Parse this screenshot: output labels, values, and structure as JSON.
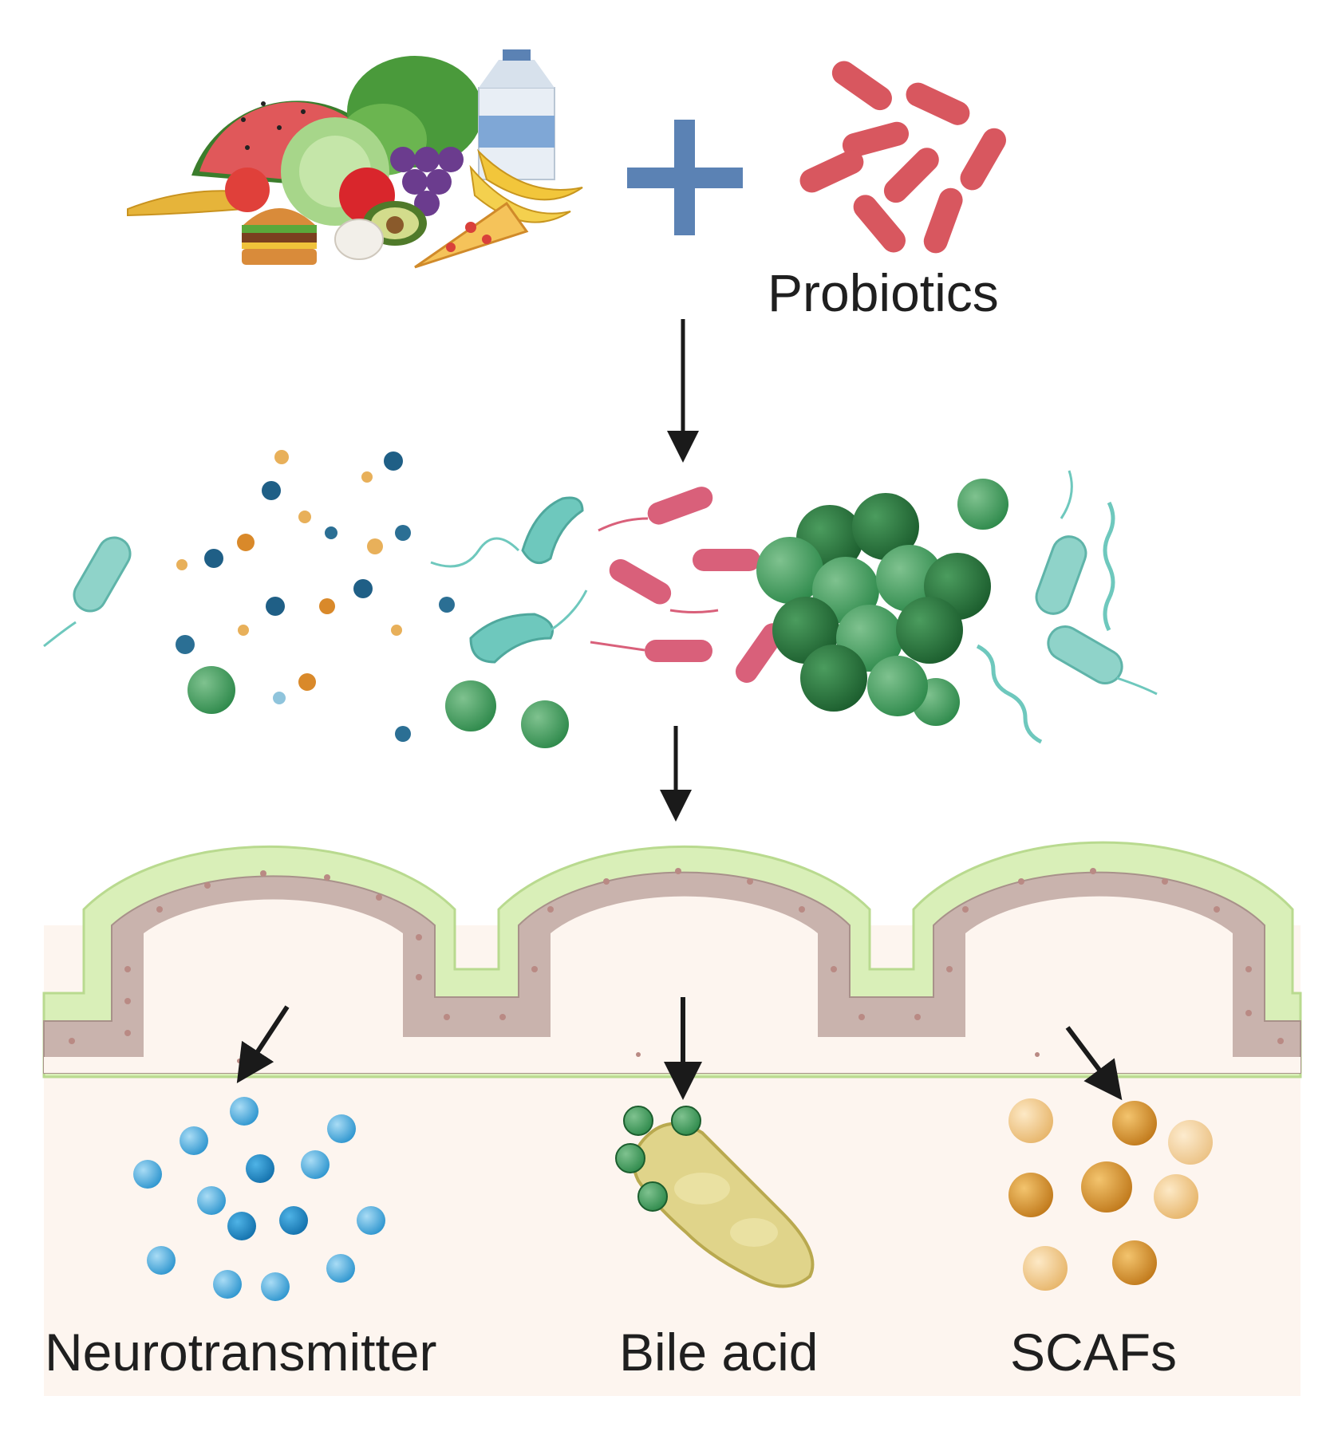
{
  "labels": {
    "probiotics": "Probiotics",
    "neurotransmitter": "Neurotransmitter",
    "bile_acid": "Bile acid",
    "scafs": "SCAFs"
  },
  "colors": {
    "plus": "#5b82b4",
    "probiotic_rod": "#d8575f",
    "pink_bacteria": "#d9607a",
    "teal_bacteria": "#6ec8bd",
    "green_cocci": "#3f9b5c",
    "dark_green_cocci": "#2a7a3e",
    "mucus_layer": "#d9efb8",
    "epithelium": "#c9b3ad",
    "lamina": "#fdf5ef",
    "neurotransmitter": "#3aa3dc",
    "bile_acid": "#e0d48a",
    "scaf": "#d99a3a",
    "arrow": "#1a1a1a"
  },
  "icons": [
    "food-cluster-icon",
    "plus-icon",
    "probiotic-rods-icon",
    "gut-microbiota-icon",
    "intestinal-villi-icon",
    "neurotransmitter-molecules-icon",
    "bile-acid-icon",
    "scaf-molecules-icon"
  ]
}
